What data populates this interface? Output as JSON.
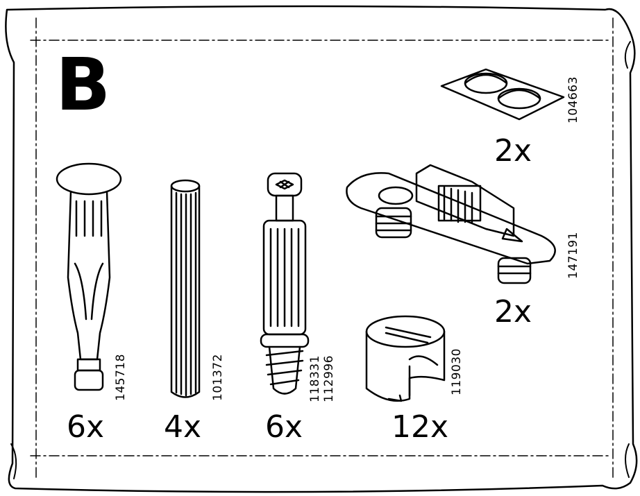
{
  "bag_label": "B",
  "parts": [
    {
      "name": "plastic-expansion-dowel",
      "quantity": "6x",
      "part_numbers": [
        "145718"
      ]
    },
    {
      "name": "wooden-dowel",
      "quantity": "4x",
      "part_numbers": [
        "101372"
      ]
    },
    {
      "name": "cam-bolt",
      "quantity": "6x",
      "part_numbers": [
        "118331",
        "112996"
      ]
    },
    {
      "name": "cam-lock-nut",
      "quantity": "12x",
      "part_numbers": [
        "119030"
      ]
    },
    {
      "name": "bumper-pads",
      "quantity": "2x",
      "part_numbers": [
        "104663"
      ]
    },
    {
      "name": "shelf-connector-bracket",
      "quantity": "2x",
      "part_numbers": [
        "147191"
      ]
    }
  ]
}
